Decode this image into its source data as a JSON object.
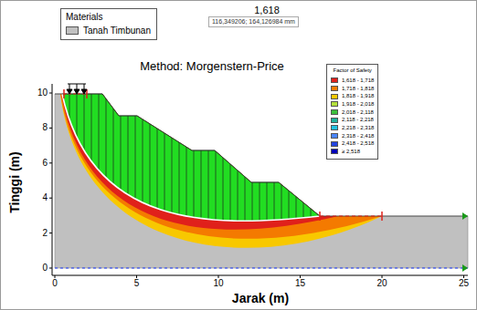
{
  "diagram": {
    "nodes": [
      {
        "text": [
          "Materials"
        ]
      },
      {
        "text": [
          "116,349206; 164,126984 mm"
        ]
      },
      {
        "text": [
          "Factor of Safety"
        ]
      }
    ],
    "labels": [
      "1,618",
      "Method: Morgenstern-Price",
      "Tinggi (m)",
      "Jarak (m)",
      "0",
      "2",
      "4",
      "6",
      "8",
      "10",
      "0",
      "5",
      "10",
      "15",
      "20",
      "25"
    ],
    "legend": [
      {
        "text": "Tanah Timbunan",
        "color": "#c0c0c0"
      },
      {
        "text": "1,618 - 1,718",
        "color": "#e0201b"
      },
      {
        "text": "1,718 - 1,818",
        "color": "#f47a00"
      },
      {
        "text": "1,818 - 1,918",
        "color": "#f8c800"
      },
      {
        "text": "1,918 - 2,018",
        "color": "#b4e03c"
      },
      {
        "text": "2,018 - 2,118",
        "color": "#3cc03c"
      },
      {
        "text": "2,118 - 2,218",
        "color": "#1fb09c"
      },
      {
        "text": "2,218 - 2,318",
        "color": "#22c0e0"
      },
      {
        "text": "2,318 - 2,418",
        "color": "#4a86ff"
      },
      {
        "text": "2,418 - 2,518",
        "color": "#2244e0"
      },
      {
        "text": "≥ 2,518",
        "color": "#0000b8"
      }
    ]
  }
}
